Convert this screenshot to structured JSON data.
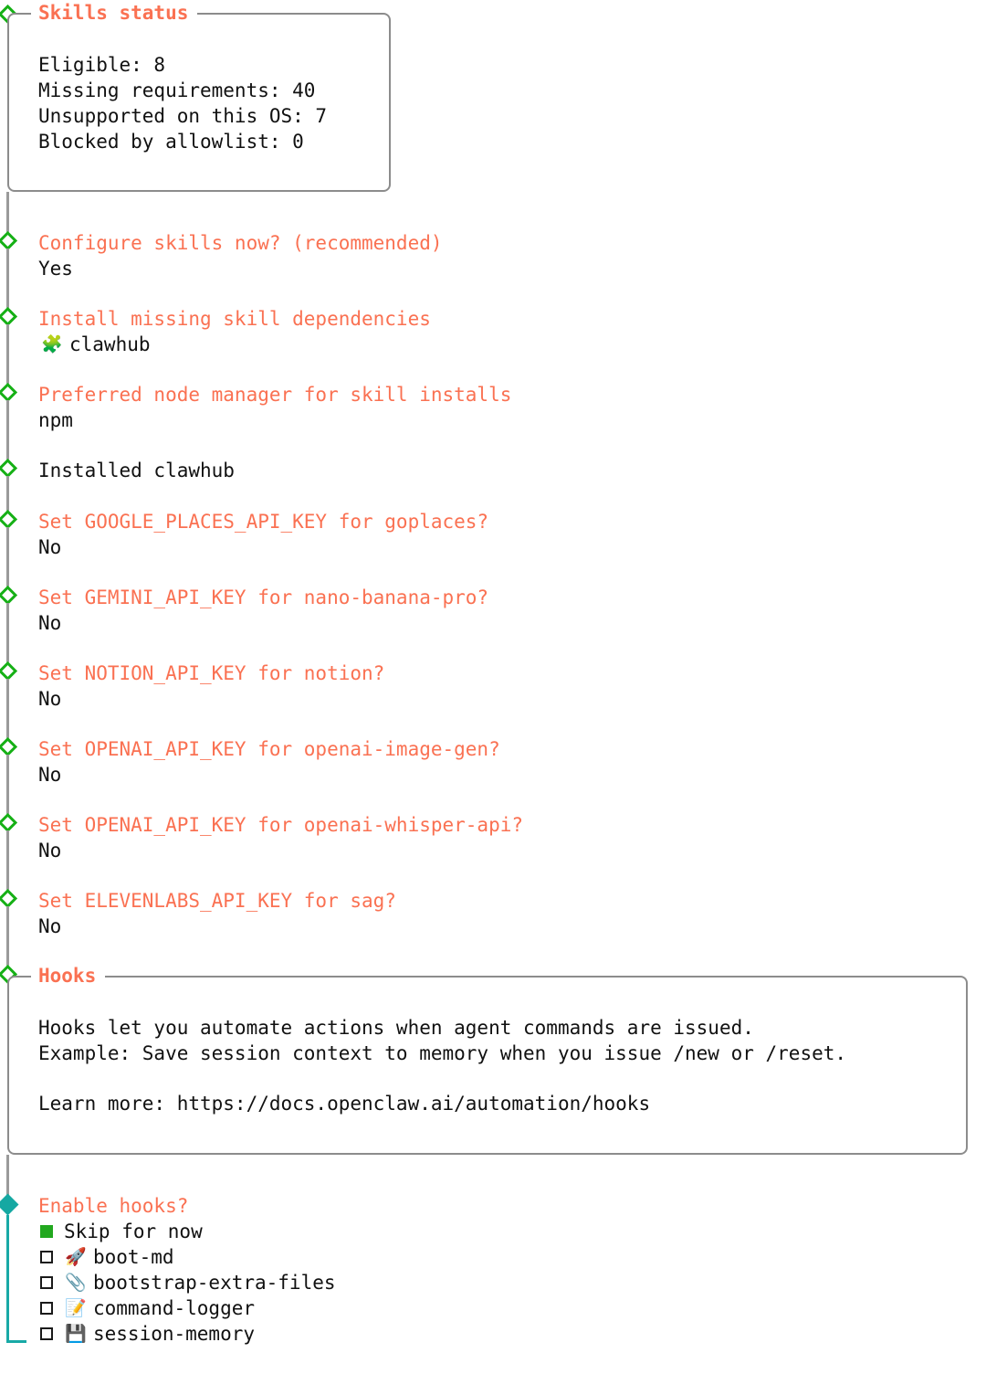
{
  "theme": {
    "accent_orange": "#fa7152",
    "bullet_green": "#16b016",
    "bullet_teal": "#15a8a2",
    "selected_green": "#22a81f",
    "border_gray": "#8c8c8c",
    "text_black": "#111111",
    "background": "#ffffff"
  },
  "skills_panel": {
    "title": "Skills status",
    "lines": [
      "Eligible: 8",
      "Missing requirements: 40",
      "Unsupported on this OS: 7",
      "Blocked by allowlist: 0"
    ],
    "body_text": "Eligible: 8\nMissing requirements: 40\nUnsupported on this OS: 7\nBlocked by allowlist: 0"
  },
  "prompts": [
    {
      "question": "Configure skills now? (recommended)",
      "answer": "Yes",
      "bullet": "hollow-diamond"
    },
    {
      "question": "Install missing skill dependencies",
      "answer": "clawhub",
      "answer_emoji": "🧩",
      "answer_emoji_name": "puzzle-piece-icon",
      "bullet": "hollow-diamond"
    },
    {
      "question": "Preferred node manager for skill installs",
      "answer": "npm",
      "bullet": "hollow-diamond"
    },
    {
      "question": "Set GOOGLE_PLACES_API_KEY for goplaces?",
      "answer": "No",
      "bullet": "hollow-diamond"
    },
    {
      "question": "Set GEMINI_API_KEY for nano-banana-pro?",
      "answer": "No",
      "bullet": "hollow-diamond"
    },
    {
      "question": "Set NOTION_API_KEY for notion?",
      "answer": "No",
      "bullet": "hollow-diamond"
    },
    {
      "question": "Set OPENAI_API_KEY for openai-image-gen?",
      "answer": "No",
      "bullet": "hollow-diamond"
    },
    {
      "question": "Set OPENAI_API_KEY for openai-whisper-api?",
      "answer": "No",
      "bullet": "hollow-diamond"
    },
    {
      "question": "Set ELEVENLABS_API_KEY for sag?",
      "answer": "No",
      "bullet": "hollow-diamond"
    }
  ],
  "status_line": {
    "text": "Installed clawhub",
    "bullet": "hollow-diamond"
  },
  "hooks_panel": {
    "title": "Hooks",
    "line1": "Hooks let you automate actions when agent commands are issued.",
    "line2": "Example: Save session context to memory when you issue /new or /reset.",
    "line3": "Learn more: https://docs.openclaw.ai/automation/hooks"
  },
  "hooks_prompt": {
    "question": "Enable hooks?",
    "bullet": "filled-diamond",
    "options": [
      {
        "label": "Skip for now",
        "selected": true,
        "emoji": "",
        "emoji_name": ""
      },
      {
        "label": "boot-md",
        "selected": false,
        "emoji": "🚀",
        "emoji_name": "rocket-icon"
      },
      {
        "label": "bootstrap-extra-files",
        "selected": false,
        "emoji": "📎",
        "emoji_name": "paperclip-icon"
      },
      {
        "label": "command-logger",
        "selected": false,
        "emoji": "📝",
        "emoji_name": "memo-pencil-icon"
      },
      {
        "label": "session-memory",
        "selected": false,
        "emoji": "💾",
        "emoji_name": "floppy-disk-icon"
      }
    ]
  }
}
